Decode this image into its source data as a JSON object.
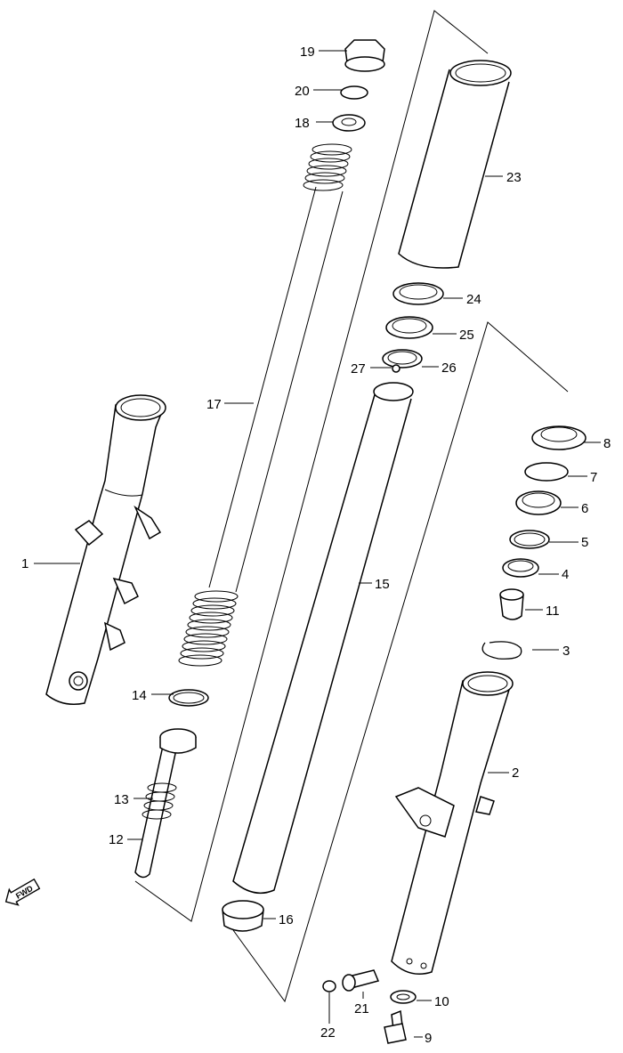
{
  "callouts": [
    {
      "id": "1",
      "label": "1"
    },
    {
      "id": "2",
      "label": "2"
    },
    {
      "id": "3",
      "label": "3"
    },
    {
      "id": "4",
      "label": "4"
    },
    {
      "id": "5",
      "label": "5"
    },
    {
      "id": "6",
      "label": "6"
    },
    {
      "id": "7",
      "label": "7"
    },
    {
      "id": "8",
      "label": "8"
    },
    {
      "id": "9",
      "label": "9"
    },
    {
      "id": "10",
      "label": "10"
    },
    {
      "id": "11",
      "label": "11"
    },
    {
      "id": "12",
      "label": "12"
    },
    {
      "id": "13",
      "label": "13"
    },
    {
      "id": "14",
      "label": "14"
    },
    {
      "id": "15",
      "label": "15"
    },
    {
      "id": "16",
      "label": "16"
    },
    {
      "id": "17",
      "label": "17"
    },
    {
      "id": "18",
      "label": "18"
    },
    {
      "id": "19",
      "label": "19"
    },
    {
      "id": "20",
      "label": "20"
    },
    {
      "id": "21",
      "label": "21"
    },
    {
      "id": "22",
      "label": "22"
    },
    {
      "id": "23",
      "label": "23"
    },
    {
      "id": "24",
      "label": "24"
    },
    {
      "id": "25",
      "label": "25"
    },
    {
      "id": "26",
      "label": "26"
    },
    {
      "id": "27",
      "label": "27"
    }
  ],
  "fwd_badge": "FWD"
}
